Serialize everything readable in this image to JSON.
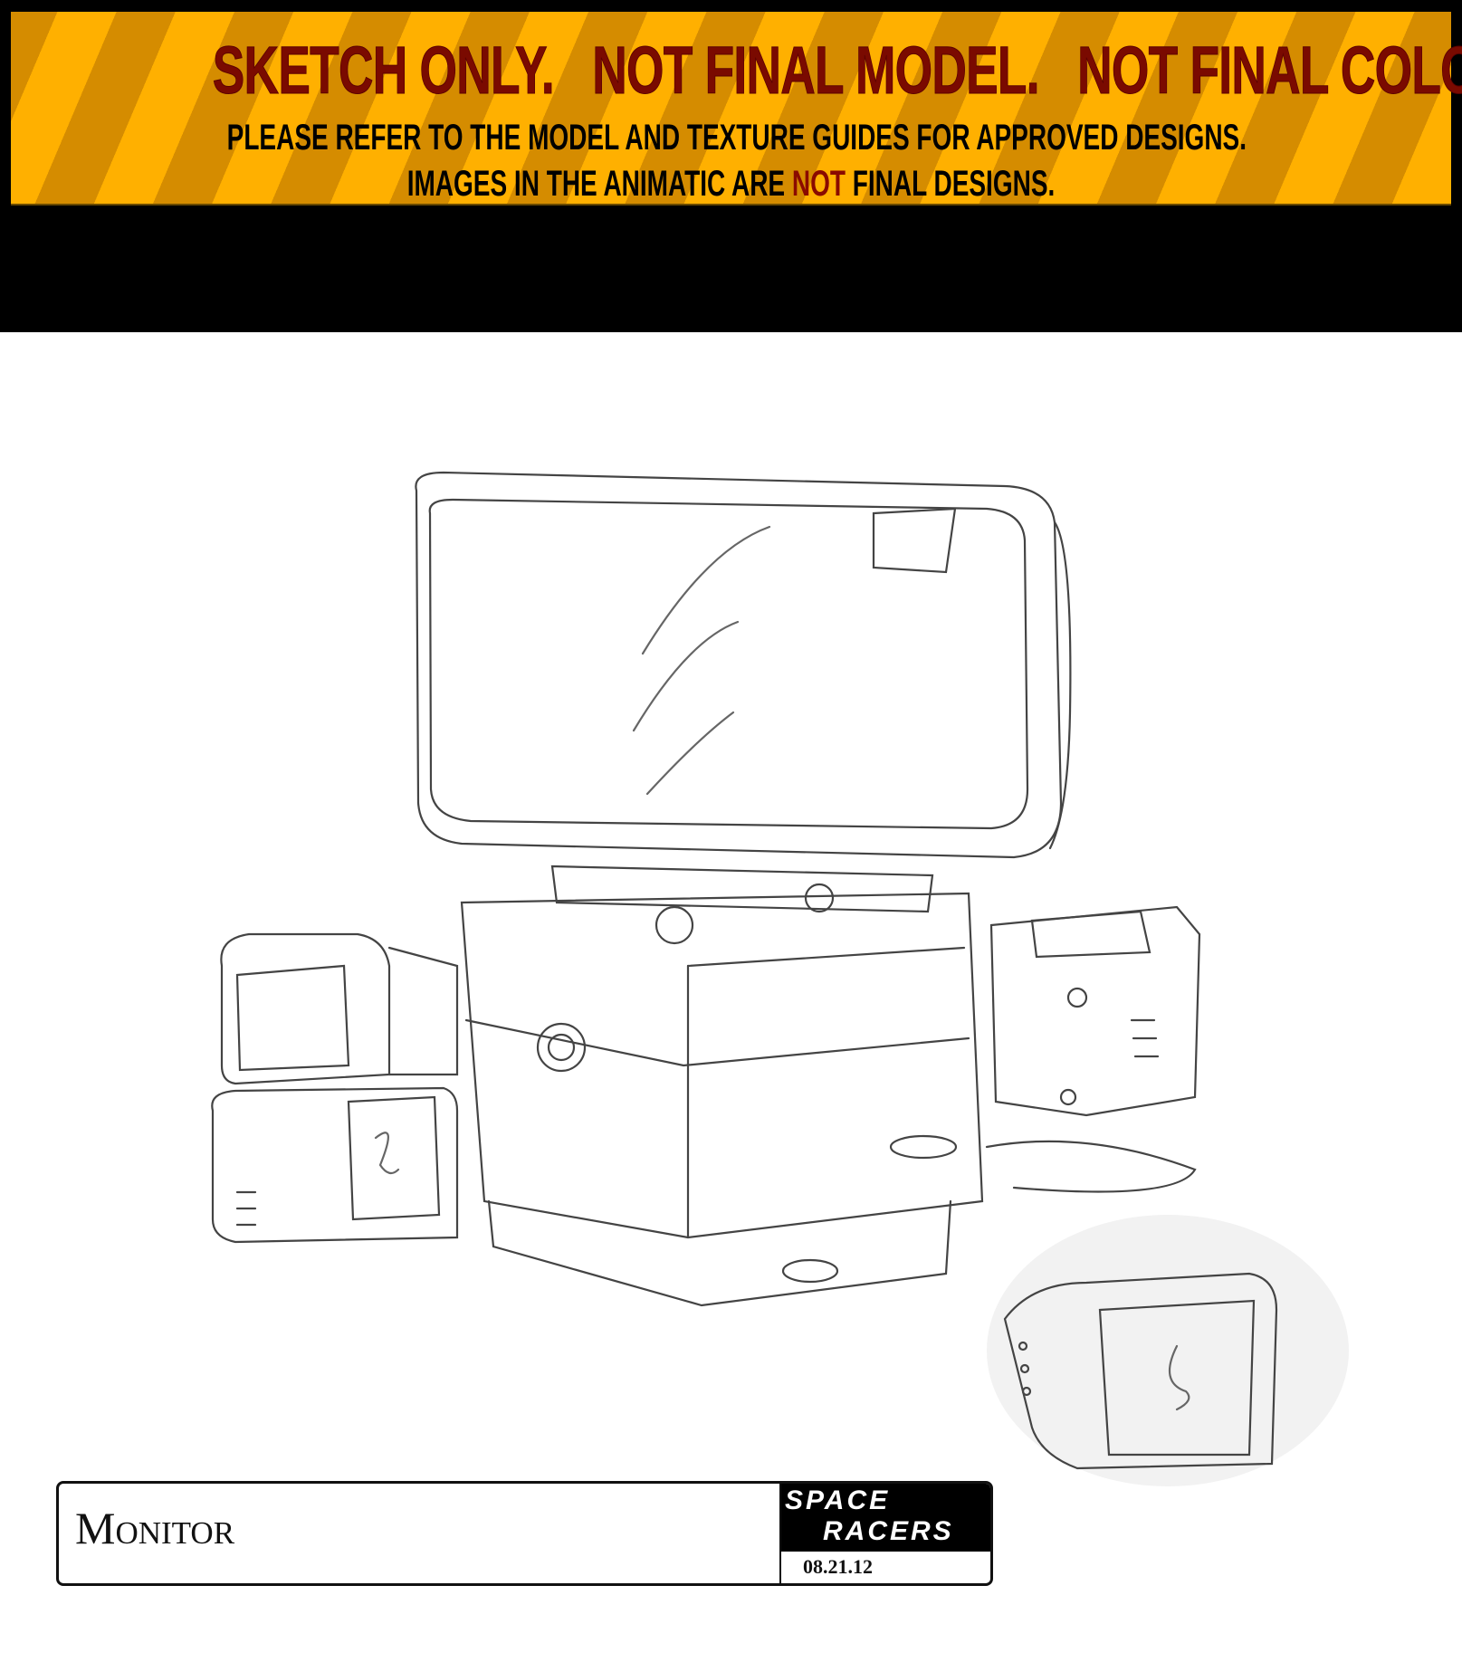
{
  "banner": {
    "line1": "SKETCH ONLY.   NOT FINAL MODEL.   NOT FINAL COLOR.",
    "line2": "PLEASE REFER TO THE MODEL AND TEXTURE GUIDES FOR APPROVED DESIGNS.",
    "line3_a": "IMAGES IN THE ANIMATIC ARE ",
    "line3_highlight": "NOT",
    "line3_b": " FINAL DESIGNS.",
    "colors": {
      "stripe_light": "#ffb000",
      "stripe_dark": "#d58c00",
      "warning_red": "#7a0a00"
    }
  },
  "title_block": {
    "title": "Monitor",
    "logo_line1": "SPACE",
    "logo_line2": "RACERS",
    "date": "08.21.12"
  }
}
